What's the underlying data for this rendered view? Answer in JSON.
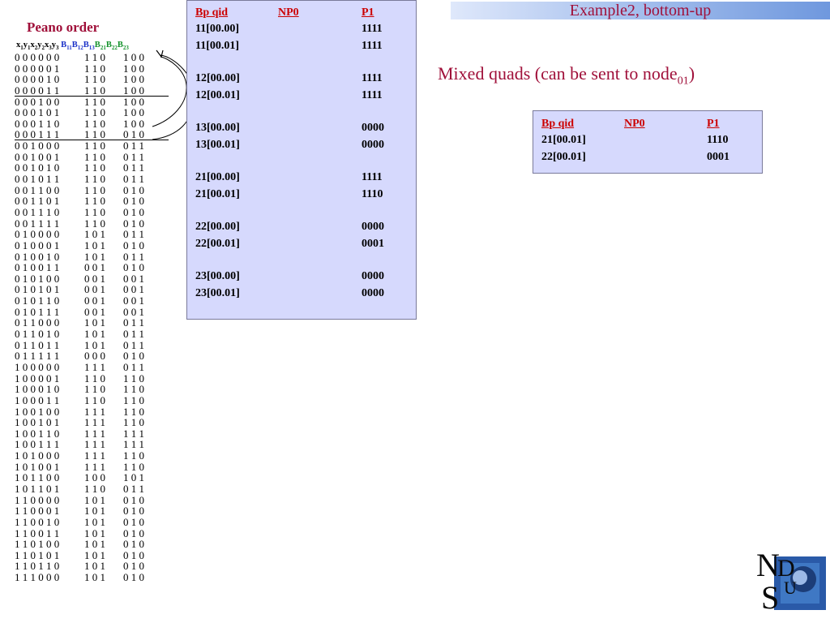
{
  "slide": {
    "title": "Example2, bottom-up",
    "peano_title": "Peano order",
    "mixed_text": "Mixed quads (can be sent to node",
    "mixed_sub": "01",
    "mixed_close": ")",
    "logo_text": "NDSU"
  },
  "header_labels": {
    "x1": "x",
    "s1": "1",
    "y1": "y",
    "s2": "1",
    "x2": "x",
    "s3": "2",
    "y2": "y",
    "s4": "2",
    "x3": "x",
    "s5": "3",
    "y3": "y",
    "s6": "3",
    "b11": "B",
    "b11s": "11",
    "b12": "B",
    "b12s": "12",
    "b13": "B",
    "b13s": "13",
    "b21": "B",
    "b21s": "21",
    "b22": "B",
    "b22s": "22",
    "b23": "B",
    "b23s": "23"
  },
  "rows": [
    [
      "0 0 0 0 0 0",
      "1 1 0",
      "1 0 0"
    ],
    [
      "0 0 0 0 0 1",
      "1 1 0",
      "1 0 0"
    ],
    [
      "0 0 0 0 1 0",
      "1 1 0",
      "1 0 0"
    ],
    [
      "0 0 0 0 1 1",
      "1 1 0",
      "1 0 0"
    ],
    [
      "0 0 0 1 0 0",
      "1 1 0",
      "1 0 0"
    ],
    [
      "0 0 0 1 0 1",
      "1 1 0",
      "1 0 0"
    ],
    [
      "0 0 0 1 1 0",
      "1 1 0",
      "1 0 0"
    ],
    [
      "0 0 0 1 1 1",
      "1 1 0",
      "0 1 0"
    ],
    [
      "0 0 1 0 0 0",
      "1 1 0",
      "0 1 1"
    ],
    [
      "0 0 1 0 0 1",
      "1 1 0",
      "0 1 1"
    ],
    [
      "0 0 1 0 1 0",
      "1 1 0",
      "0 1 1"
    ],
    [
      "0 0 1 0 1 1",
      "1 1 0",
      "0 1 1"
    ],
    [
      "0 0 1 1 0 0",
      "1 1 0",
      "0 1 0"
    ],
    [
      "0 0 1 1 0 1",
      "1 1 0",
      "0 1 0"
    ],
    [
      "0 0 1 1 1 0",
      "1 1 0",
      "0 1 0"
    ],
    [
      "0 0 1 1 1 1",
      "1 1 0",
      "0 1 0"
    ],
    [
      "0 1 0 0 0 0",
      "1 0 1",
      "0 1 1"
    ],
    [
      "0 1 0 0 0 1",
      "1 0 1",
      "0 1 0"
    ],
    [
      "0 1 0 0 1 0",
      "1 0 1",
      "0 1 1"
    ],
    [
      "0 1 0 0 1 1",
      "0 0 1",
      "0 1 0"
    ],
    [
      "0 1 0 1 0 0",
      "0 0 1",
      "0 0 1"
    ],
    [
      "0 1 0 1 0 1",
      "0 0 1",
      "0 0 1"
    ],
    [
      "0 1 0 1 1 0",
      "0 0 1",
      "0 0 1"
    ],
    [
      "0 1 0 1 1 1",
      "0 0 1",
      "0 0 1"
    ],
    [
      "0 1 1 0 0 0",
      "1 0 1",
      "0 1 1"
    ],
    [
      "0 1 1 0 1 0",
      "1 0 1",
      "0 1 1"
    ],
    [
      "0 1 1 0 1 1",
      "1 0 1",
      "0 1 1"
    ],
    [
      "0 1 1 1 1 1",
      "0 0 0",
      "0 1 0"
    ],
    [
      "1 0 0 0 0 0",
      "1 1 1",
      "0 1 1"
    ],
    [
      "1 0 0 0 0 1",
      "1 1 0",
      "1 1 0"
    ],
    [
      "1 0 0 0 1 0",
      "1 1 0",
      "1 1 0"
    ],
    [
      "1 0 0 0 1 1",
      "1 1 0",
      "1 1 0"
    ],
    [
      "1 0 0 1 0 0",
      "1 1 1",
      "1 1 0"
    ],
    [
      "1 0 0 1 0 1",
      "1 1 1",
      "1 1 0"
    ],
    [
      "1 0 0 1 1 0",
      "1 1 1",
      "1 1 1"
    ],
    [
      "1 0 0 1 1 1",
      "1 1 1",
      "1 1 1"
    ],
    [
      "1 0 1 0 0 0",
      "1 1 1",
      "1 1 0"
    ],
    [
      "1 0 1 0 0 1",
      "1 1 1",
      "1 1 0"
    ],
    [
      "1 0 1 1 0 0",
      "1 0 0",
      "1 0 1"
    ],
    [
      "1 0 1 1 0 1",
      "1 1 0",
      "0 1 1"
    ],
    [
      "1 1 0 0 0 0",
      "1 0 1",
      "0 1 0"
    ],
    [
      "1 1 0 0 0 1",
      "1 0 1",
      "0 1 0"
    ],
    [
      "1 1 0 0 1 0",
      "1 0 1",
      "0 1 0"
    ],
    [
      "1 1 0 0 1 1",
      "1 0 1",
      "0 1 0"
    ],
    [
      "1 1 0 1 0 0",
      "1 0 1",
      "0 1 0"
    ],
    [
      "1 1 0 1 0 1",
      "1 0 1",
      "0 1 0"
    ],
    [
      "1 1 0 1 1 0",
      "1 0 1",
      "0 1 0"
    ],
    [
      "1 1 1 0 0 0",
      "1 0 1",
      "0 1 0"
    ]
  ],
  "left_table": {
    "headers": [
      "Bp qid",
      "NP0",
      "P1"
    ],
    "groups": [
      [
        [
          "11[00.00]",
          "1111"
        ],
        [
          "11[00.01]",
          "1111"
        ]
      ],
      [
        [
          "12[00.00]",
          "1111"
        ],
        [
          "12[00.01]",
          "1111"
        ]
      ],
      [
        [
          "13[00.00]",
          "0000"
        ],
        [
          "13[00.01]",
          "0000"
        ]
      ],
      [
        [
          "21[00.00]",
          "1111"
        ],
        [
          "21[00.01]",
          "1110"
        ]
      ],
      [
        [
          "22[00.00]",
          "0000"
        ],
        [
          "22[00.01]",
          "0001"
        ]
      ],
      [
        [
          "23[00.00]",
          "0000"
        ],
        [
          "23[00.01]",
          "0000"
        ]
      ]
    ]
  },
  "right_table": {
    "headers": [
      "Bp qid",
      "NP0",
      "P1"
    ],
    "rows": [
      [
        "21[00.01]",
        "1110"
      ],
      [
        "22[00.01]",
        "0001"
      ]
    ]
  }
}
